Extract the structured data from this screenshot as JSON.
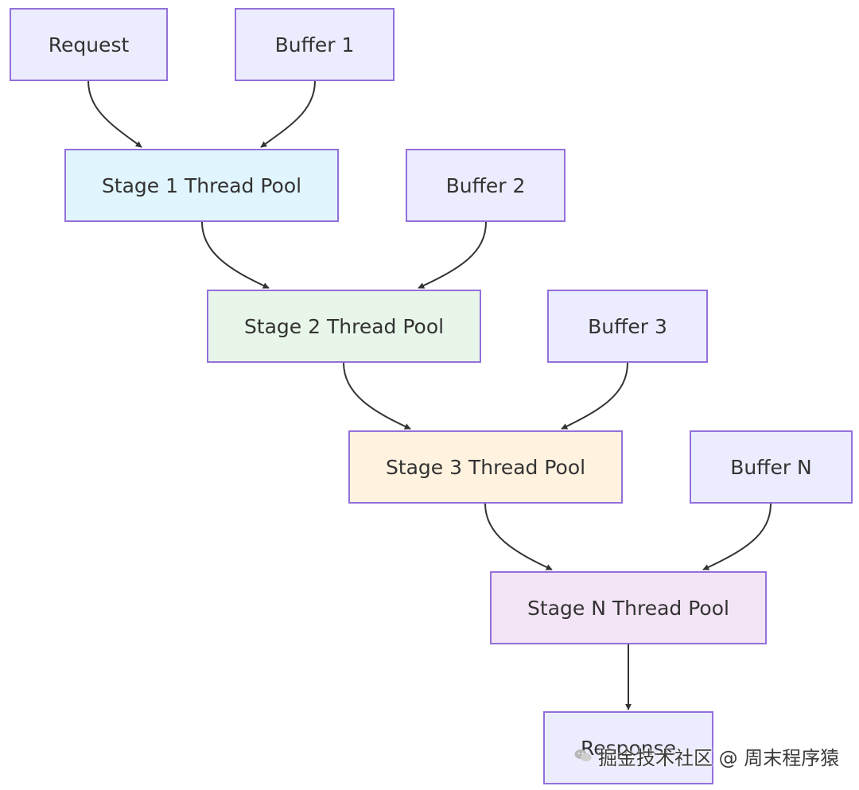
{
  "diagram": {
    "type": "flowchart",
    "nodes": {
      "request": "Request",
      "buffer1": "Buffer 1",
      "stage1": "Stage 1 Thread Pool",
      "buffer2": "Buffer 2",
      "stage2": "Stage 2 Thread Pool",
      "buffer3": "Buffer 3",
      "stage3": "Stage 3 Thread Pool",
      "bufferN": "Buffer N",
      "stageN": "Stage N Thread Pool",
      "response": "Response"
    },
    "edges": [
      {
        "from": "request",
        "to": "stage1"
      },
      {
        "from": "buffer1",
        "to": "stage1"
      },
      {
        "from": "stage1",
        "to": "stage2"
      },
      {
        "from": "buffer2",
        "to": "stage2"
      },
      {
        "from": "stage2",
        "to": "stage3"
      },
      {
        "from": "buffer3",
        "to": "stage3"
      },
      {
        "from": "stage3",
        "to": "stageN"
      },
      {
        "from": "bufferN",
        "to": "stageN"
      },
      {
        "from": "stageN",
        "to": "response"
      }
    ],
    "colors": {
      "node_fill": "#ECECFF",
      "node_border": "#9370DB",
      "stage1_fill": "#E1F5FE",
      "stage2_fill": "#E8F5E9",
      "stage3_fill": "#FFF3E0",
      "stageN_fill": "#F3E5F5",
      "edge": "#333333",
      "text": "#333333"
    }
  },
  "watermark": {
    "text": "掘金技术社区 @ 周末程序猿",
    "icon": "wechat-logo-icon"
  }
}
